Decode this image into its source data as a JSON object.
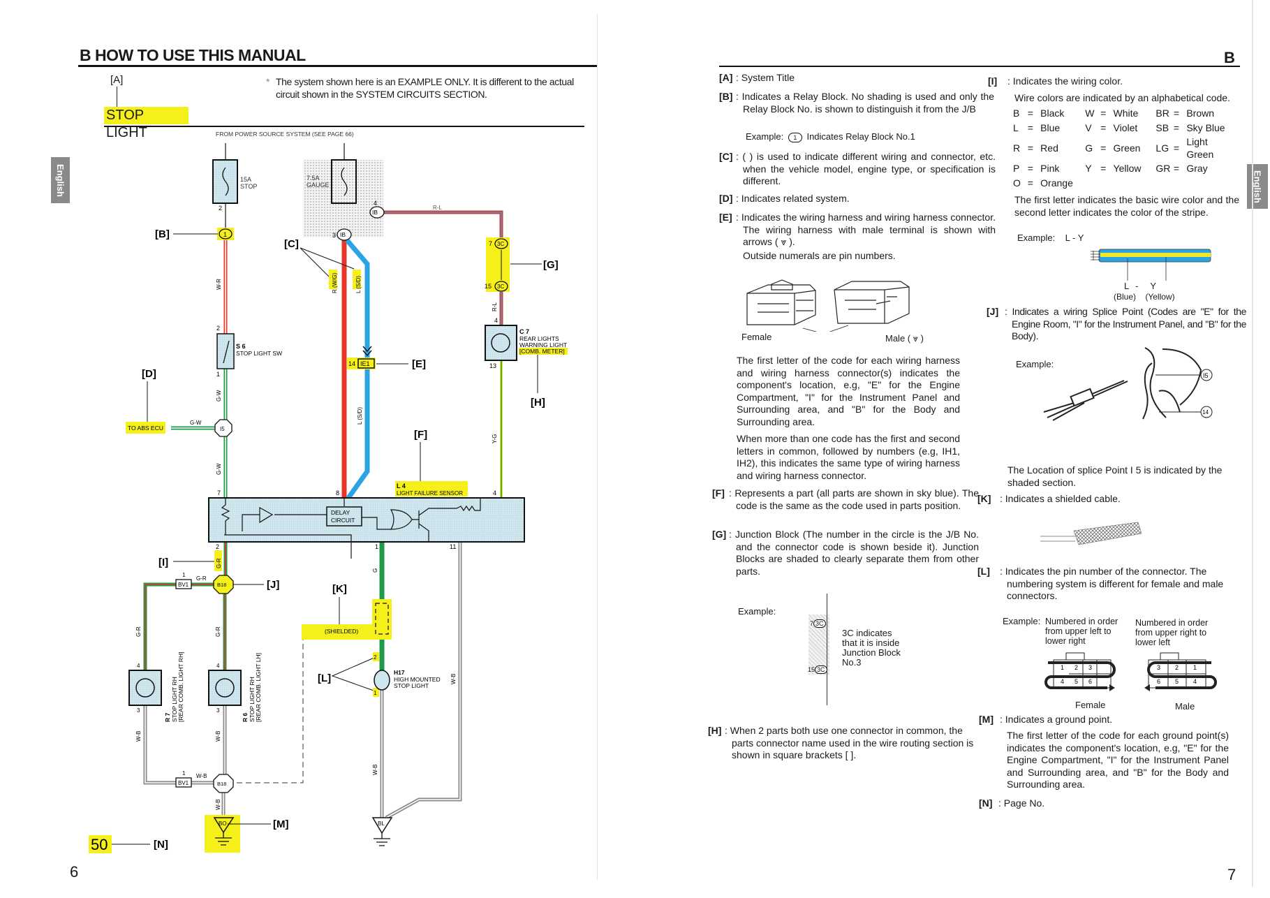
{
  "left_page": {
    "section_title": "B  HOW TO USE THIS MANUAL",
    "callout_a": "[A]",
    "note_lines": [
      "The system shown here is an EXAMPLE ONLY. It is different to the actual",
      "circuit shown in the SYSTEM CIRCUITS SECTION."
    ],
    "note_mark": "*",
    "system_title": "STOP LIGHT",
    "page_number": "6",
    "tab_label": "English",
    "callouts": {
      "b": "[B]",
      "c": "[C]",
      "d": "[D]",
      "e": "[E]",
      "f": "[F]",
      "g": "[G]",
      "h": "[H]",
      "i": "[I]",
      "j": "[J]",
      "k": "[K]",
      "l": "[L]",
      "m": "[M]",
      "n": "[N]"
    },
    "diagram": {
      "from_power": "FROM POWER SOURCE SYSTEM (SEE PAGE 66)",
      "fuse1_rating": "15A",
      "fuse1_name": "STOP",
      "fuse2_rating": "7.5A",
      "fuse2_name": "GAUGE",
      "pin_2": "2",
      "relay_block": "1",
      "jb_ib": "IB",
      "pin_4": "4",
      "pin_3": "3",
      "wire_rl": "R-L",
      "wire_wr": "W-R",
      "wire_r": "R",
      "wire_r_var": "(W/G)",
      "wire_l": "L",
      "wire_l_var": "(S/D)",
      "wire_l_sd": "L (S/D)",
      "jb_3c": "3C",
      "pin_7": "7",
      "pin_15": "15",
      "c7_code": "C 7",
      "c7_name1": "REAR LIGHTS",
      "c7_name2": "WARNING LIGHT",
      "c7_bracket": "[COMB. METER]",
      "pin_13": "13",
      "s6_code": "S 6",
      "s6_name": "STOP LIGHT SW",
      "pin_1": "1",
      "connector_pin": "14",
      "connector_code": "IE1",
      "wire_gw": "G-W",
      "abs": "TO ABS ECU",
      "splice_i5": "I5",
      "wire_yg": "Y-G",
      "l4_code": "L 4",
      "l4_name": "LIGHT FAILURE SENSOR",
      "pin_8": "8",
      "delay1": "DELAY",
      "delay2": "CIRCUIT",
      "pin_11": "11",
      "wire_gr": "G-R",
      "splice_b18": "B18",
      "conn_bv1": "BV1",
      "wire_g": "G",
      "shielded": "(SHIELDED)",
      "r7_code": "R 7",
      "r7_name": "STOP LIGHT RH",
      "r7_bracket": "[REAR COMB. LIGHT RH]",
      "r6_code": "R 6",
      "r6_name": "STOP LIGHT RH",
      "r6_bracket": "[REAR COMB. LIGHT LH]",
      "h17_code": "H17",
      "h17_name1": "HIGH MOUNTED",
      "h17_name2": "STOP LIGHT",
      "wire_wb": "W-B",
      "ground_bo": "BO",
      "ground_bl": "BL",
      "ref_page": "50"
    },
    "colors": {
      "red": "#e8352a",
      "blue": "#2ba4e3",
      "green": "#1f9a4a",
      "yellow": "#f1e82a",
      "highlight": "#f6f01a",
      "part_fill": "#cfe6ee"
    }
  },
  "right_page": {
    "header_letter": "B",
    "page_number": "7",
    "tab_label": "English",
    "a": {
      "label": "[A]",
      "text": ": System Title"
    },
    "b": {
      "label": "[B]",
      "text": ": Indicates a Relay Block. No shading is used and only the Relay Block No. is shown to distinguish it from the J/B",
      "example": "Example:",
      "example_symbol": "1",
      "example_text": "Indicates Relay Block No.1"
    },
    "c": {
      "label": "[C]",
      "text": ": (      ) is used to indicate different wiring and connector, etc. when the vehicle model, engine type, or specification is different."
    },
    "d": {
      "label": "[D]",
      "text": ": Indicates related system."
    },
    "e": {
      "label": "[E]",
      "text": ": Indicates the wiring harness and wiring harness connector. The wiring harness with male terminal is shown with arrows ( ⩔ ).",
      "text2": "Outside numerals are pin numbers.",
      "female": "Female",
      "male": "Male ( ⩔ )",
      "para1": "The first letter of the code for each wiring harness and wiring harness connector(s) indicates the component's location, e.g, \"E\" for the Engine Compartment, \"I\" for the Instrument Panel and Surrounding area, and \"B\" for the Body and Surrounding area.",
      "para2": "When more than one code has the first and second letters in common, followed by numbers (e.g, IH1, IH2), this indicates the same type of wiring harness and wiring harness connector."
    },
    "f": {
      "label": "[F]",
      "text": ": Represents a part (all parts are shown in sky blue). The code is the same as the code used in parts position."
    },
    "g": {
      "label": "[G]",
      "text": ": Junction Block (The number in the circle is the J/B No. and the connector code is shown beside it). Junction Blocks are shaded to clearly separate them from other parts.",
      "example": "Example:",
      "pin_top": "7",
      "pin_bottom": "15",
      "code": "3C",
      "caption": [
        "3C indicates",
        "that it is inside",
        "Junction Block",
        "No.3"
      ]
    },
    "h": {
      "label": "[H]",
      "text": ": When 2 parts both use one connector in common, the parts connector name used in the wire routing section is shown in square brackets [      ]."
    },
    "i": {
      "label": "[I]",
      "text": ": Indicates the wiring color.",
      "intro": "Wire colors are indicated by an alphabetical code.",
      "codes": [
        [
          {
            "c": "B",
            "n": "Black"
          },
          {
            "c": "W",
            "n": "White"
          },
          {
            "c": "BR",
            "n": "Brown"
          }
        ],
        [
          {
            "c": "L",
            "n": "Blue"
          },
          {
            "c": "V",
            "n": "Violet"
          },
          {
            "c": "SB",
            "n": "Sky Blue"
          }
        ],
        [
          {
            "c": "R",
            "n": "Red"
          },
          {
            "c": "G",
            "n": "Green"
          },
          {
            "c": "LG",
            "n": "Light Green"
          }
        ],
        [
          {
            "c": "P",
            "n": "Pink"
          },
          {
            "c": "Y",
            "n": "Yellow"
          },
          {
            "c": "GR",
            "n": "Gray"
          }
        ],
        [
          {
            "c": "O",
            "n": "Orange"
          }
        ]
      ],
      "note": "The first letter indicates the basic wire color and the second letter indicates the color of the stripe.",
      "example": "Example:",
      "example_code": "L - Y",
      "l": "L",
      "dash": "-",
      "y": "Y",
      "l_name": "(Blue)",
      "y_name": "(Yellow)"
    },
    "j": {
      "label": "[J]",
      "text": ": Indicates a wiring Splice Point (Codes are \"E\" for the Engine Room, \"I\" for the Instrument Panel, and \"B\" for the Body).",
      "example": "Example:",
      "splice_a": "I5",
      "splice_b": "14",
      "caption": "The Location of splice Point I 5 is indicated by the shaded section."
    },
    "k": {
      "label": "[K]",
      "text": ": Indicates a shielded cable."
    },
    "l": {
      "label": "[L]",
      "text": ": Indicates the pin number of the connector. The numbering system is different for female and male connectors.",
      "example": "Example:",
      "female_desc": "Numbered in order from upper left to lower right",
      "male_desc": "Numbered in order from upper right to lower left",
      "female_pins": [
        "1",
        "2",
        "3",
        "4",
        "5",
        "6"
      ],
      "male_pins": [
        "3",
        "2",
        "1",
        "6",
        "5",
        "4"
      ],
      "female": "Female",
      "male": "Male"
    },
    "m": {
      "label": "[M]",
      "text": ": Indicates a ground point.",
      "para": "The first letter of the code for each ground point(s) indicates the component's location, e.g, \"E\" for the Engine Compartment, \"I\" for the Instrument Panel and Surrounding area, and \"B\" for the Body and Surrounding area."
    },
    "n": {
      "label": "[N]",
      "text": ": Page No."
    }
  }
}
